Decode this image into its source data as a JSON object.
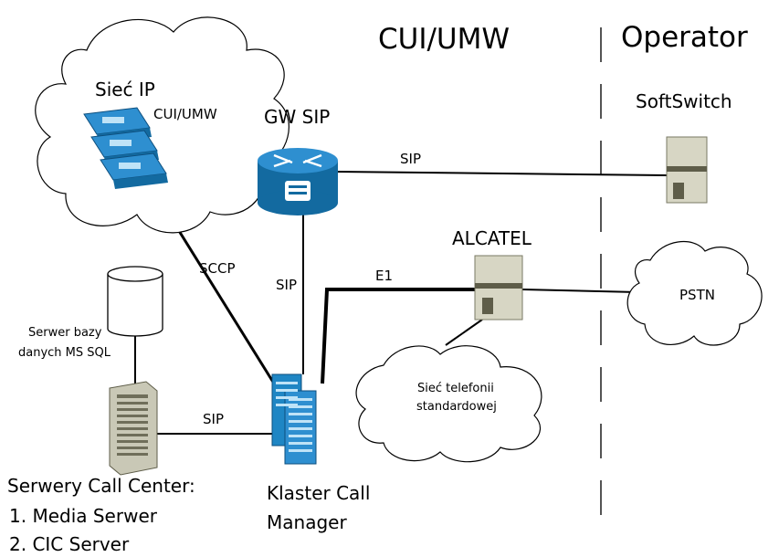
{
  "headings": {
    "left_zone": "CUI/UMW",
    "right_zone": "Operator"
  },
  "nodes": {
    "ip_network_label": "Sieć IP",
    "ip_network_sublabel": "CUI/UMW",
    "gateway": "GW SIP",
    "softswitch": "SoftSwitch",
    "pbx": "ALCATEL",
    "pstn": "PSTN",
    "legacy_network": [
      "Sieć telefonii",
      "standardowej"
    ],
    "database_server": [
      "Serwer bazy",
      "danych MS SQL"
    ],
    "cluster": [
      "Klaster Call",
      "Manager"
    ],
    "call_center_servers": [
      "Serwery Call Center:",
      "1. Media Serwer",
      "2. CIC Server"
    ]
  },
  "links": {
    "gw_softswitch": "SIP",
    "phones_cluster": "SCCP",
    "gw_cluster": "SIP",
    "cluster_pbx": "E1",
    "callcenter_cluster": "SIP"
  },
  "colors": {
    "line": "#000000",
    "divider": "#555555",
    "cisco_blue": "#1f86c4",
    "cisco_dark": "#136aa0",
    "server_beige": "#d7d6c4",
    "server_dark": "#5e5d49"
  }
}
